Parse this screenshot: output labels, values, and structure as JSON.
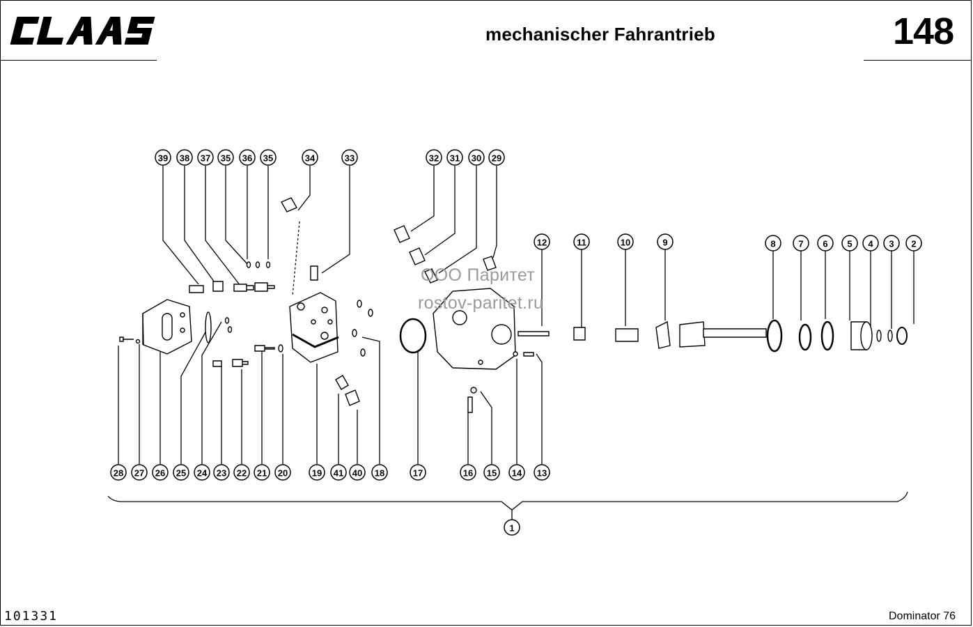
{
  "header": {
    "brand": "CLAAS",
    "title": "mechanischer Fahrantrieb",
    "page_number": "148"
  },
  "footer": {
    "doc_id": "101331",
    "model": "Dominator 76"
  },
  "watermark": {
    "line1": "ООО Паритет",
    "line2": "rostov-paritet.ru"
  },
  "callouts": {
    "top_left": [
      "39",
      "38",
      "37",
      "35",
      "36",
      "35",
      "34",
      "33"
    ],
    "top_middle": [
      "32",
      "31",
      "30",
      "29"
    ],
    "top_right": [
      "12",
      "11",
      "10",
      "9",
      "8",
      "7",
      "6",
      "5",
      "4",
      "3",
      "2"
    ],
    "bottom": [
      "28",
      "27",
      "26",
      "25",
      "24",
      "23",
      "22",
      "21",
      "20",
      "19",
      "41",
      "40",
      "18",
      "17",
      "16",
      "15",
      "14",
      "13"
    ],
    "assembly": "1"
  }
}
